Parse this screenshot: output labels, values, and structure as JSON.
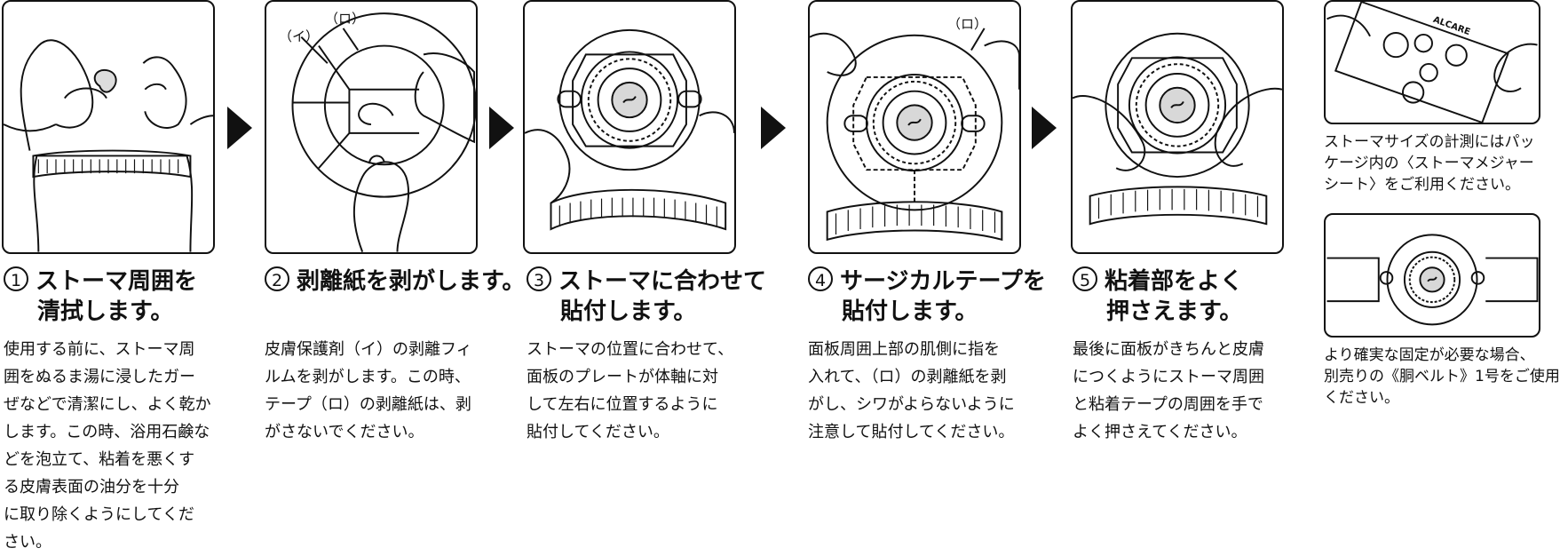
{
  "steps": [
    {
      "number": "1",
      "title": [
        "ストーマ周囲を",
        "清拭します。"
      ],
      "body": [
        "使用する前に、ストーマ周",
        "囲をぬるま湯に浸したガー",
        "ぜなどで清潔にし、よく乾か",
        "します。この時、浴用石鹸な",
        "どを泡立て、粘着を悪くす",
        "る皮膚表面の油分を十分",
        "に取り除くようにしてくだ",
        "さい。"
      ]
    },
    {
      "number": "2",
      "title": [
        "剥離紙を剥がします。"
      ],
      "body": [
        "皮膚保護剤（イ）の剥離フィ",
        "ルムを剥がします。この時、",
        "テープ（ロ）の剥離紙は、剥",
        "がさないでください。"
      ],
      "labels": [
        "（イ）",
        "（ロ）"
      ]
    },
    {
      "number": "3",
      "title": [
        "ストーマに合わせて",
        "貼付します。"
      ],
      "body": [
        "ストーマの位置に合わせて、",
        "面板のプレートが体軸に対",
        "して左右に位置するように",
        "貼付してください。"
      ]
    },
    {
      "number": "4",
      "title": [
        "サージカルテープを",
        "貼付します。"
      ],
      "body": [
        "面板周囲上部の肌側に指を",
        "入れて、（ロ）の剥離紙を剥",
        "がし、シワがよらないように",
        "注意して貼付してください。"
      ],
      "labels": [
        "（ロ）"
      ]
    },
    {
      "number": "5",
      "title": [
        "粘着部をよく",
        "押さえます。"
      ],
      "body": [
        "最後に面板がきちんと皮膚",
        "につくようにストーマ周囲",
        "と粘着テープの周囲を手で",
        "よく押さえてください。"
      ]
    }
  ],
  "sidebar": {
    "top_text": [
      "ストーマサイズの計測にはパッ",
      "ケージ内の〈ストーマメジャー",
      "シート〉をご利用ください。"
    ],
    "bottom_text": [
      "より確実な固定が必要な場合、",
      "別売りの《胴ベルト》1号をご使用",
      "ください。"
    ],
    "card_brand": "ALCARE"
  },
  "colors": {
    "ink": "#111111",
    "background": "#ffffff",
    "stoma_fill": "#d8d8d8"
  }
}
